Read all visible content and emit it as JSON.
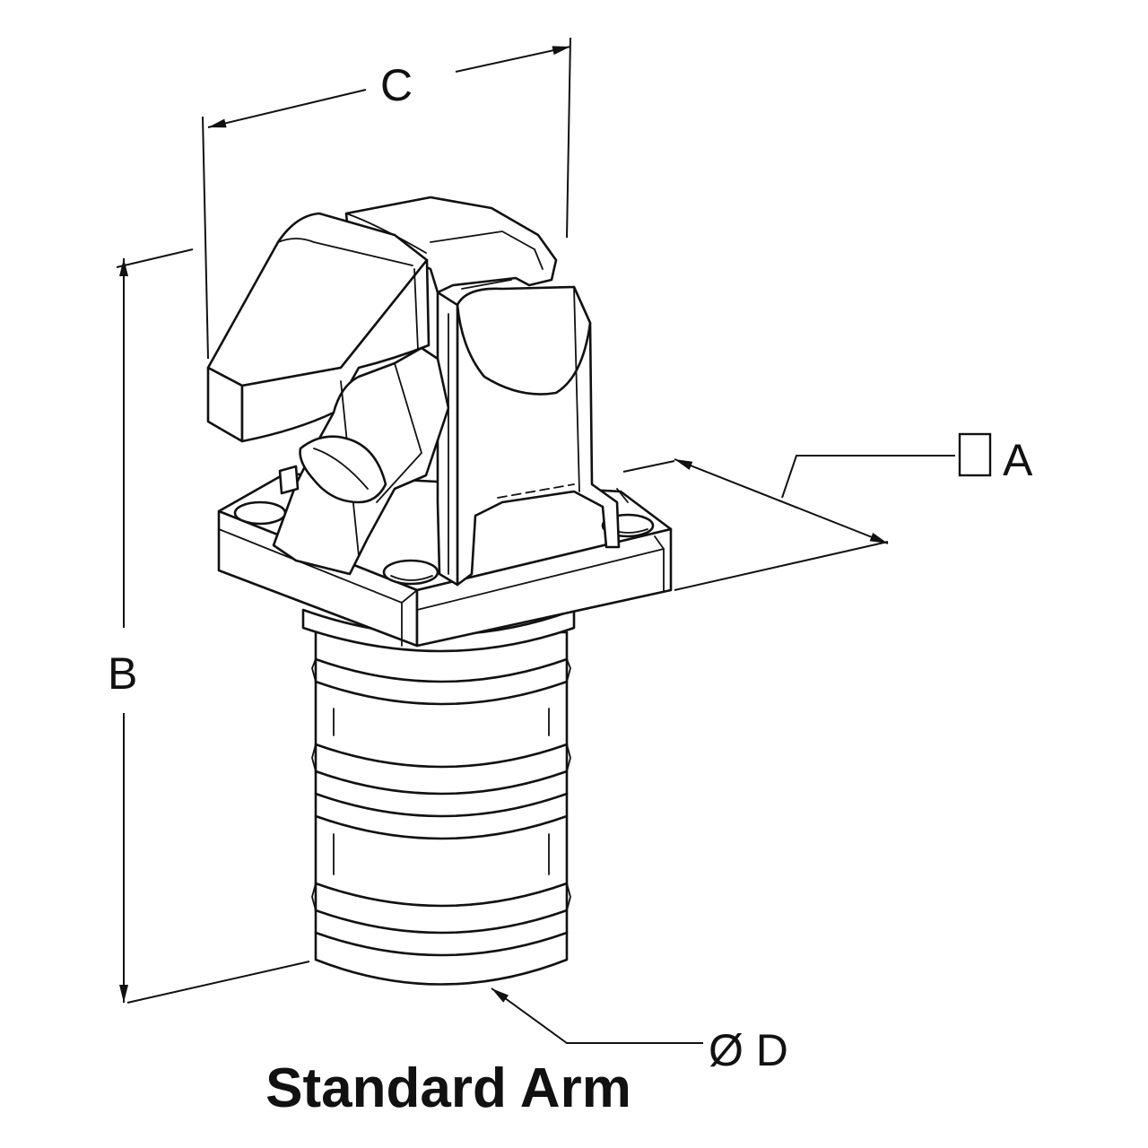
{
  "labels": {
    "dim_a": "A",
    "dim_b": "B",
    "dim_c": "C",
    "dim_d": "Ø D"
  },
  "caption": "Standard Arm"
}
